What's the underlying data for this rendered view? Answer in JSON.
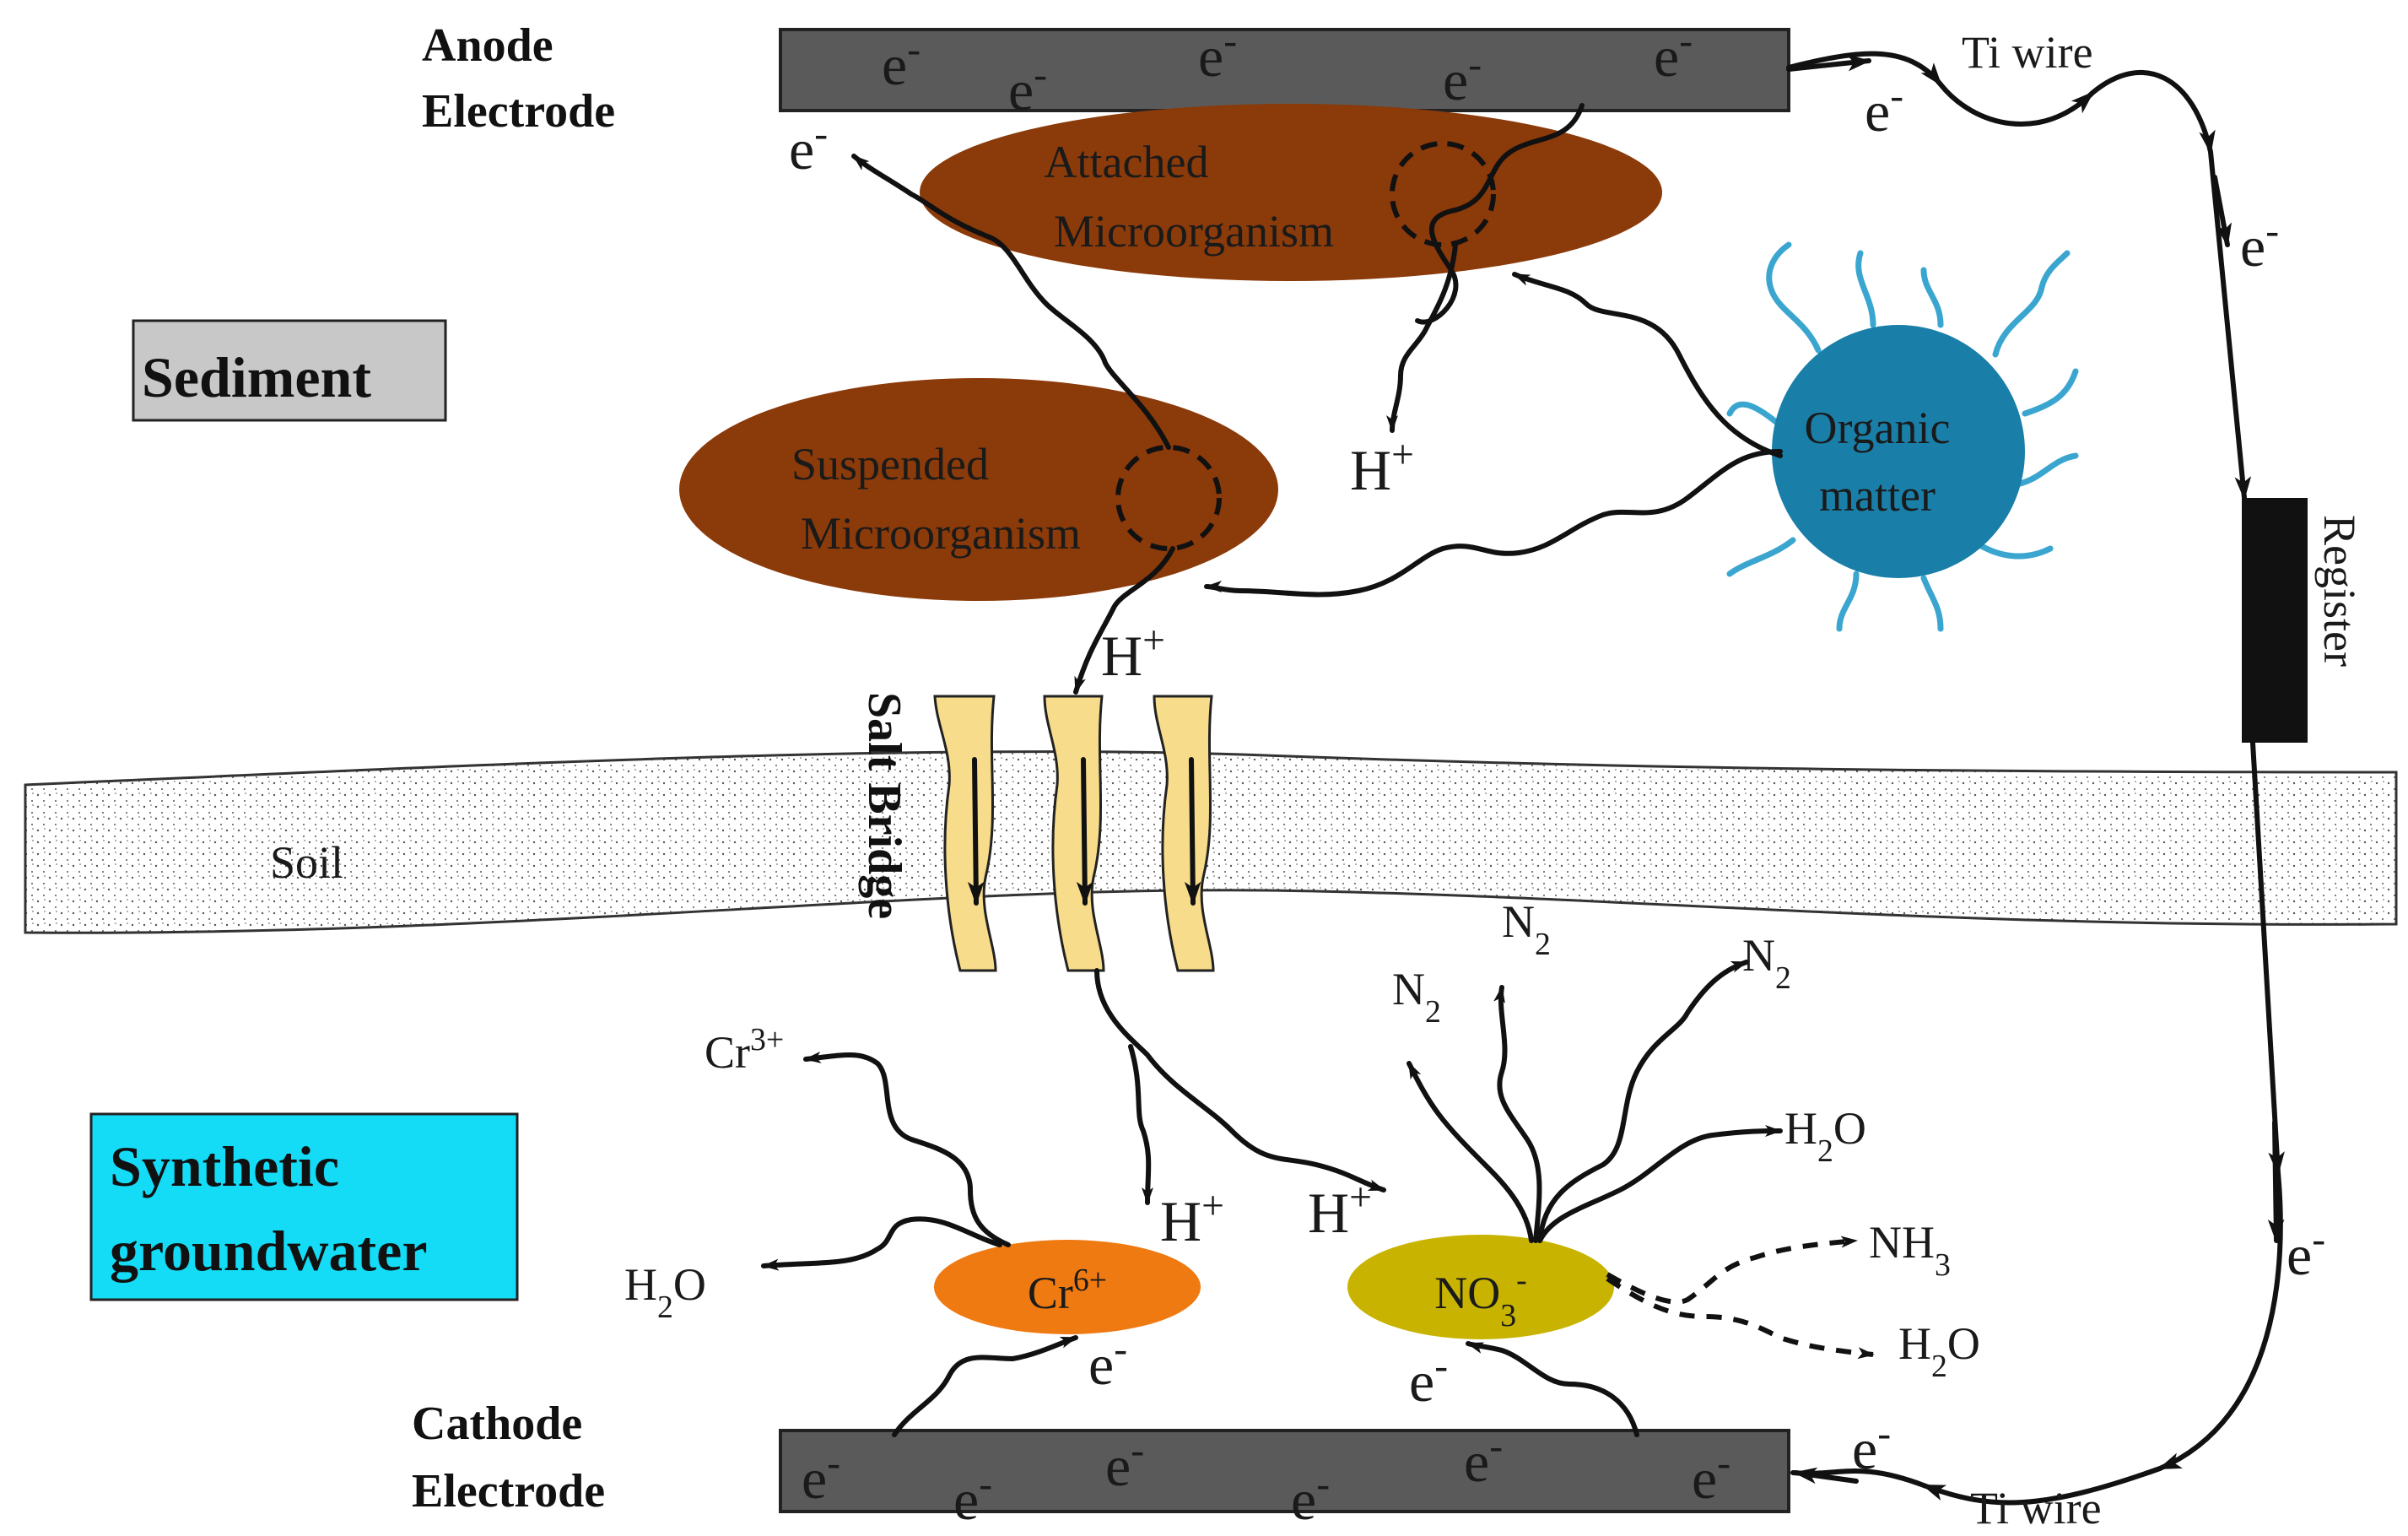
{
  "labels": {
    "anode_line1": "Anode",
    "anode_line2": "Electrode",
    "cathode_line1": "Cathode",
    "cathode_line2": "Electrode",
    "sediment": "Sediment",
    "synthetic_line1": "Synthetic",
    "synthetic_line2": "groundwater",
    "soil": "Soil",
    "salt_bridge": "Salt Bridge",
    "ti_wire_top": "Ti wire",
    "ti_wire_bottom": "Ti wire",
    "register": "Register",
    "attached_line1": "Attached",
    "attached_line2": "Microorganism",
    "suspended_line1": "Suspended",
    "suspended_line2": "Microorganism",
    "organic_line1": "Organic",
    "organic_line2": "matter",
    "electron": "e",
    "electron_charge": "-",
    "proton": "H",
    "proton_charge": "+",
    "cr3_base": "Cr",
    "cr3_charge": "3+",
    "cr6_base": "Cr",
    "cr6_charge": "6+",
    "no3_base": "NO",
    "no3_sub": "3",
    "no3_charge": "-",
    "n2_base": "N",
    "n2_sub": "2",
    "h2o_h": "H",
    "h2o_sub": "2",
    "h2o_o": "O",
    "nh3_base": "NH",
    "nh3_sub": "3"
  },
  "colors": {
    "electrode": "#5a5a5a",
    "microorganism": "#8b3a0a",
    "organic": "#1a7fa8",
    "organic_tendril": "#3aa6d0",
    "cr6": "#f07a12",
    "no3": "#c8b400",
    "salt_bridge": "#f7dc8c",
    "sediment_box": "#c8c8c8",
    "groundwater_box": "#14dcf7",
    "soil_dots": "#555555"
  }
}
